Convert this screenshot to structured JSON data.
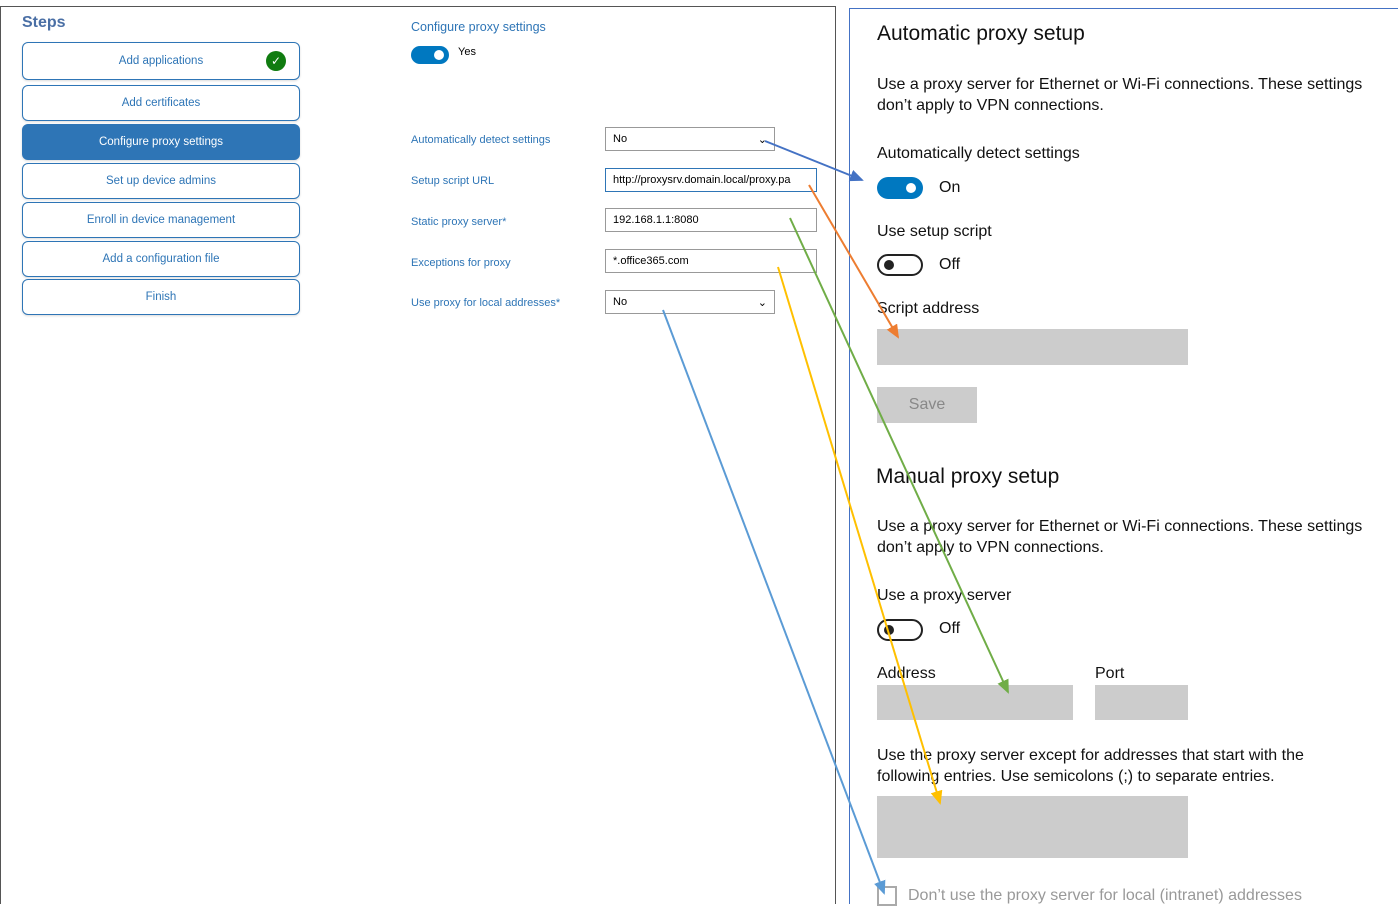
{
  "steps": {
    "title": "Steps",
    "items": [
      {
        "label": "Add applications",
        "completed": true
      },
      {
        "label": "Add certificates"
      },
      {
        "label": "Configure proxy settings",
        "active": true
      },
      {
        "label": "Set up device admins"
      },
      {
        "label": "Enroll in device management"
      },
      {
        "label": "Add a configuration file"
      },
      {
        "label": "Finish"
      }
    ]
  },
  "config": {
    "title": "Configure proxy settings",
    "toggle_label": "Yes",
    "auto_detect": {
      "label": "Automatically detect settings",
      "value": "No"
    },
    "script_url": {
      "label": "Setup script URL",
      "value": "http://proxysrv.domain.local/proxy.pa"
    },
    "static_proxy": {
      "label": "Static proxy server",
      "value": "192.168.1.1:8080"
    },
    "exceptions": {
      "label": "Exceptions for proxy",
      "value": "*.office365.com"
    },
    "local": {
      "label": "Use proxy for local addresses",
      "value": "No"
    },
    "required_mark": "*"
  },
  "windows": {
    "auto": {
      "title": "Automatic proxy setup",
      "desc": "Use a proxy server for Ethernet or Wi-Fi connections. These settings don’t apply to VPN connections.",
      "detect_label": "Automatically detect settings",
      "detect_state": "On",
      "script_label": "Use setup script",
      "script_state": "Off",
      "address_label": "Script address",
      "save": "Save"
    },
    "manual": {
      "title": "Manual proxy setup",
      "desc": "Use a proxy server for Ethernet or Wi-Fi connections. These settings don’t apply to VPN connections.",
      "use_label": "Use a proxy server",
      "use_state": "Off",
      "address_label": "Address",
      "port_label": "Port",
      "except_desc": "Use the proxy server except for addresses that start with the following entries. Use semicolons (;) to separate entries.",
      "local_checkbox": "Don’t use the proxy server for local (intranet) addresses"
    }
  },
  "arrow_colors": {
    "auto_detect": "#4472c4",
    "script_url": "#ed7d31",
    "static_proxy": "#70ad47",
    "exceptions": "#ffc000",
    "local": "#5b9bd5"
  }
}
